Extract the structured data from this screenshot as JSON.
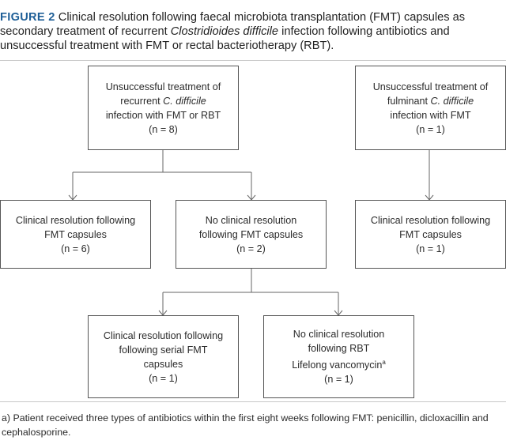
{
  "figure": {
    "label": "FIGURE 2",
    "caption_part1": " Clinical resolution following faecal microbiota transplantation (FMT) capsules as secondary treatment of recurrent ",
    "caption_italic": "Clostridioides difficile",
    "caption_part2": " infection following antibiotics and unsuccessful treatment with FMT or rectal bacteriotherapy (RBT)."
  },
  "boxes": {
    "recurrent": {
      "line1": "Unsuccessful treatment of",
      "line2_pre": "recurrent ",
      "line2_italic": "C. difficile",
      "line3": "infection with FMT or RBT",
      "line4": "(n = 8)"
    },
    "fulminant": {
      "line1": "Unsuccessful treatment of",
      "line2_pre": "fulminant ",
      "line2_italic": "C. difficile",
      "line3": "infection with FMT",
      "line4": "(n = 1)"
    },
    "res1": {
      "line1": "Clinical resolution following",
      "line2": "FMT capsules",
      "line3": "(n = 6)"
    },
    "nores1": {
      "line1": "No clinical resolution",
      "line2": "following FMT capsules",
      "line3": "(n = 2)"
    },
    "res_fulm": {
      "line1": "Clinical resolution following",
      "line2": "FMT capsules",
      "line3": "(n = 1)"
    },
    "res_serial": {
      "line1": "Clinical resolution following",
      "line2": "following serial FMT",
      "line3": "capsules",
      "line4": "(n = 1)"
    },
    "nores_rbt": {
      "line1": "No clinical resolution",
      "line2": "following RBT",
      "line3": "Lifelong vancomycin",
      "line3_sup": "a",
      "line4": "(n = 1)"
    }
  },
  "footnote": {
    "text": "a) Patient received three types of antibiotics within the first eight weeks following FMT: penicillin, dicloxacillin and cephalosporine."
  },
  "colors": {
    "figure_label": "#1f5f97",
    "box_border": "#555555",
    "connector": "#666666"
  }
}
